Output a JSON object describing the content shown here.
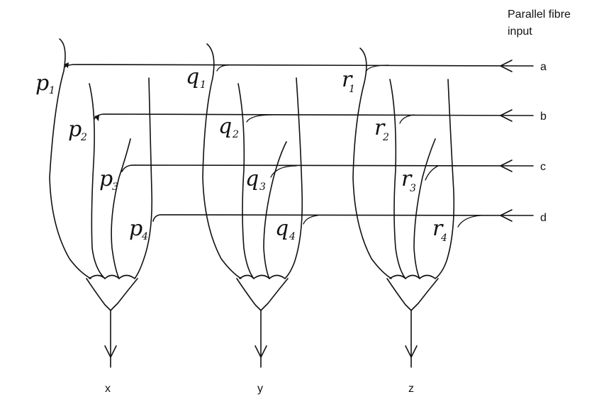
{
  "header": {
    "title_line1": "Parallel fibre",
    "title_line2": "input"
  },
  "fibres": [
    {
      "id": "a",
      "label": "a"
    },
    {
      "id": "b",
      "label": "b"
    },
    {
      "id": "c",
      "label": "c"
    },
    {
      "id": "d",
      "label": "d"
    }
  ],
  "cells": [
    {
      "id": "p",
      "letter": "p",
      "output": "x",
      "synapses": [
        {
          "letter": "p",
          "sub": "1"
        },
        {
          "letter": "p",
          "sub": "2"
        },
        {
          "letter": "p",
          "sub": "3"
        },
        {
          "letter": "p",
          "sub": "4"
        }
      ]
    },
    {
      "id": "q",
      "letter": "q",
      "output": "y",
      "synapses": [
        {
          "letter": "q",
          "sub": "1"
        },
        {
          "letter": "q",
          "sub": "2"
        },
        {
          "letter": "q",
          "sub": "3"
        },
        {
          "letter": "q",
          "sub": "4"
        }
      ]
    },
    {
      "id": "r",
      "letter": "r",
      "output": "z",
      "synapses": [
        {
          "letter": "r",
          "sub": "1"
        },
        {
          "letter": "r",
          "sub": "2"
        },
        {
          "letter": "r",
          "sub": "3"
        },
        {
          "letter": "r",
          "sub": "4"
        }
      ]
    }
  ]
}
